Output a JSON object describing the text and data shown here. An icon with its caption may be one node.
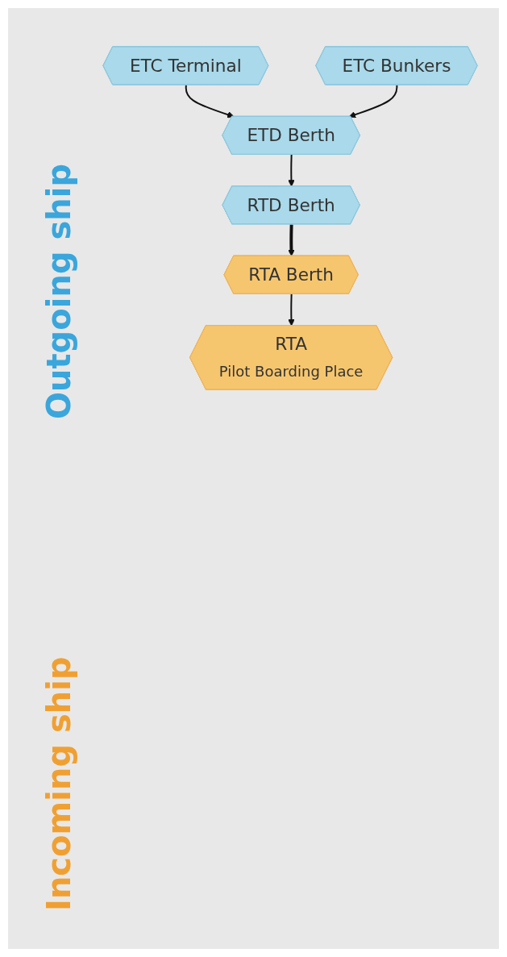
{
  "diagram": {
    "nodes": [
      {
        "text": [
          "ETC Terminal"
        ]
      },
      {
        "text": [
          "ETC Bunkers"
        ]
      },
      {
        "text": [
          "ETD Berth"
        ]
      },
      {
        "text": [
          "RTD Berth"
        ]
      },
      {
        "text": [
          "RTA Berth"
        ]
      },
      {
        "text": [
          "RTA",
          "Pilot Boarding Place"
        ]
      }
    ],
    "edges": [
      {
        "from": 0,
        "to": 2,
        "arrow": "to"
      },
      {
        "from": 1,
        "to": 2,
        "arrow": "to"
      },
      {
        "from": 2,
        "to": 3,
        "arrow": "to"
      },
      {
        "from": 3,
        "to": 4,
        "arrow": "to",
        "style": "thick"
      },
      {
        "from": 4,
        "to": 5,
        "arrow": "to"
      }
    ],
    "labels": [
      "Outgoing ship",
      "Incoming ship"
    ]
  }
}
